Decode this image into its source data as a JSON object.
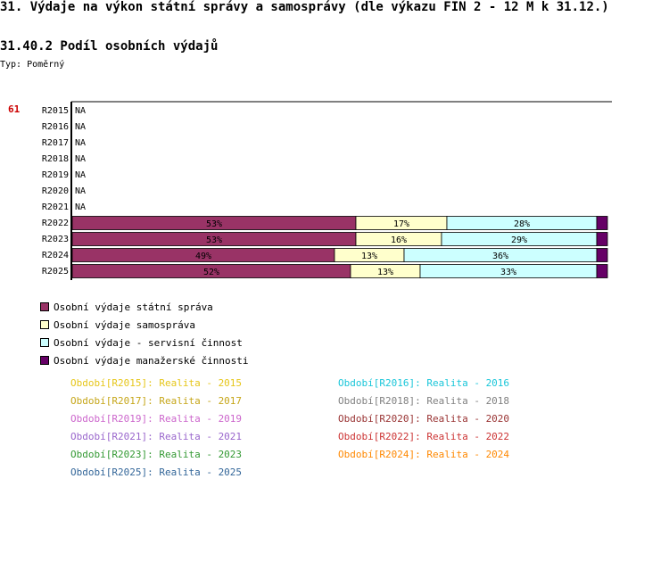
{
  "page": {
    "title": "31. Výdaje na výkon státní správy a samosprávy (dle výkazu FIN 2 - 12 M k 31.12.)",
    "subtitle": "31.40.2 Podíl osobních výdajů",
    "type_label": "Typ:",
    "type_value": "Poměrný",
    "code": "61"
  },
  "colors": {
    "statni": "#993366",
    "samosprava": "#ffffcc",
    "servisni": "#ccffff",
    "manazerske": "#660066"
  },
  "chart_data": {
    "type": "bar",
    "orientation": "horizontal",
    "stacked": true,
    "categories": [
      "R2015",
      "R2016",
      "R2017",
      "R2018",
      "R2019",
      "R2020",
      "R2021",
      "R2022",
      "R2023",
      "R2024",
      "R2025"
    ],
    "na_label": "NA",
    "xlim": [
      0,
      100
    ],
    "series": [
      {
        "name": "Osobní výdaje státní správa",
        "color_key": "statni",
        "values": [
          null,
          null,
          null,
          null,
          null,
          null,
          null,
          53,
          53,
          49,
          52
        ],
        "labels": [
          "",
          "",
          "",
          "",
          "",
          "",
          "",
          "53%",
          "53%",
          "49%",
          "52%"
        ]
      },
      {
        "name": "Osobní výdaje samospráva",
        "color_key": "samosprava",
        "values": [
          null,
          null,
          null,
          null,
          null,
          null,
          null,
          17,
          16,
          13,
          13
        ],
        "labels": [
          "",
          "",
          "",
          "",
          "",
          "",
          "",
          "17%",
          "16%",
          "13%",
          "13%"
        ]
      },
      {
        "name": "Osobní výdaje - servisní činnost",
        "color_key": "servisni",
        "values": [
          null,
          null,
          null,
          null,
          null,
          null,
          null,
          28,
          29,
          36,
          33
        ],
        "labels": [
          "",
          "",
          "",
          "",
          "",
          "",
          "",
          "28%",
          "29%",
          "36%",
          "33%"
        ]
      },
      {
        "name": "Osobní výdaje manažerské činnosti",
        "color_key": "manazerske",
        "values": [
          null,
          null,
          null,
          null,
          null,
          null,
          null,
          2,
          2,
          2,
          2
        ],
        "labels": [
          "",
          "",
          "",
          "",
          "",
          "",
          "",
          "",
          "",
          "",
          ""
        ]
      }
    ],
    "legend_position": "bottom"
  },
  "periods": [
    {
      "text": "Období[R2015]: Realita - 2015",
      "color": "#e6c619"
    },
    {
      "text": "Období[R2016]: Realita - 2016",
      "color": "#19c6d9"
    },
    {
      "text": "Období[R2017]: Realita - 2017",
      "color": "#c6a619"
    },
    {
      "text": "Období[R2018]: Realita - 2018",
      "color": "#808080"
    },
    {
      "text": "Období[R2019]: Realita - 2019",
      "color": "#cc66cc"
    },
    {
      "text": "Období[R2020]: Realita - 2020",
      "color": "#993333"
    },
    {
      "text": "Období[R2021]: Realita - 2021",
      "color": "#9966cc"
    },
    {
      "text": "Období[R2022]: Realita - 2022",
      "color": "#cc3333"
    },
    {
      "text": "Období[R2023]: Realita - 2023",
      "color": "#339933"
    },
    {
      "text": "Období[R2024]: Realita - 2024",
      "color": "#ff8800"
    },
    {
      "text": "Období[R2025]: Realita - 2025",
      "color": "#336699"
    }
  ]
}
